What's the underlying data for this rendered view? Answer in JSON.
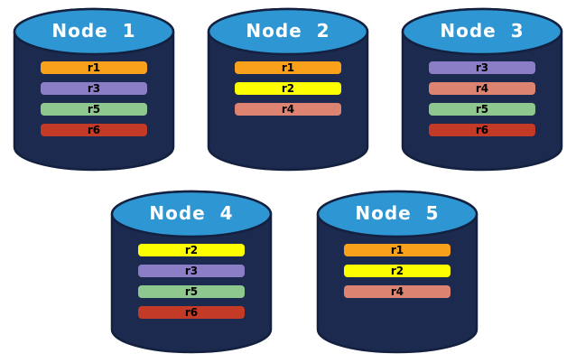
{
  "nodes": [
    {
      "label": "Node  1",
      "replicas": [
        "r1",
        "r3",
        "r5",
        "r6"
      ]
    },
    {
      "label": "Node  2",
      "replicas": [
        "r1",
        "r2",
        "r4"
      ]
    },
    {
      "label": "Node  3",
      "replicas": [
        "r3",
        "r4",
        "r5",
        "r6"
      ]
    },
    {
      "label": "Node  4",
      "replicas": [
        "r2",
        "r3",
        "r5",
        "r6"
      ]
    },
    {
      "label": "Node  5",
      "replicas": [
        "r1",
        "r2",
        "r4"
      ]
    }
  ],
  "replica_colors": {
    "r1": "#F9A11B",
    "r2": "#FDFF00",
    "r3": "#8B7EC6",
    "r4": "#DD8372",
    "r5": "#8FC88F",
    "r6": "#C33A26"
  },
  "colors": {
    "cylinder_top": "#2E96D3",
    "cylinder_body": "#1B2A4E",
    "cylinder_outline": "#13203F",
    "title_text": "#FFFFFF",
    "bar_text": "#000000",
    "background": "#FFFFFF"
  }
}
